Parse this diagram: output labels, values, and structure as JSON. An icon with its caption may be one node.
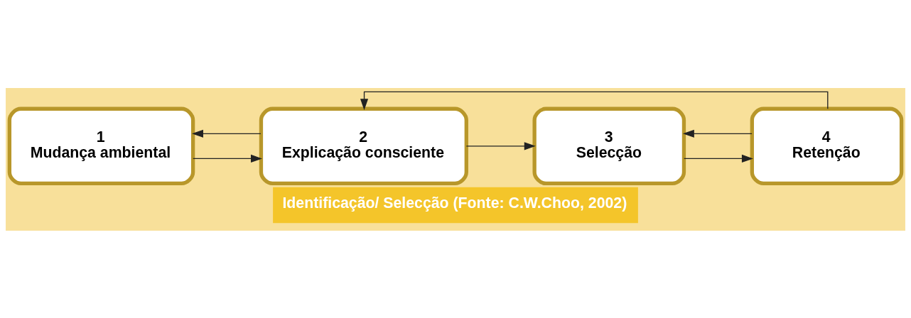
{
  "diagram": {
    "caption": "Identificação/ Selecção (Fonte: C.W.Choo, 2002)",
    "nodes": [
      {
        "text": [
          "1",
          "Mudança ambiental"
        ]
      },
      {
        "text": [
          "2",
          "Explicação consciente"
        ]
      },
      {
        "text": [
          "3",
          "Selecção"
        ]
      },
      {
        "text": [
          "4",
          "Retenção"
        ]
      }
    ],
    "edges": [
      {
        "from": 0,
        "to": 1,
        "arrow": "to"
      },
      {
        "from": 1,
        "to": 2,
        "arrow": "to"
      },
      {
        "from": 2,
        "to": 3,
        "arrow": "to"
      },
      {
        "from": 1,
        "to": 0,
        "arrow": "to"
      },
      {
        "from": 3,
        "to": 2,
        "arrow": "to"
      },
      {
        "from": 3,
        "to": 1,
        "arrow": "to"
      }
    ]
  }
}
